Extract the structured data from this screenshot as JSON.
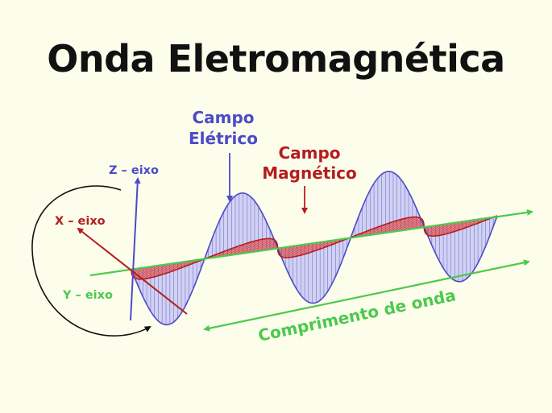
{
  "title": "Onda Eletromagnética",
  "labels": {
    "electric_field_line1": "Campo",
    "electric_field_line2": "Elétrico",
    "magnetic_field_line1": "Campo",
    "magnetic_field_line2": "Magnético",
    "z_axis": "Z – eixo",
    "x_axis": "X – eixo",
    "y_axis": "Y – eixo",
    "wavelength": "Comprimento de onda"
  },
  "colors": {
    "background": "#fdfdec",
    "electric": "#4b4bc8",
    "electric_fill": "#c9c9f3",
    "magnetic": "#b41e1e",
    "magnetic_fill": "#f07b7b",
    "propagation_axis": "#4cc94c",
    "rotation_arrow": "#111111",
    "title": "#111111"
  },
  "wave": {
    "cycles": 2.5
  }
}
